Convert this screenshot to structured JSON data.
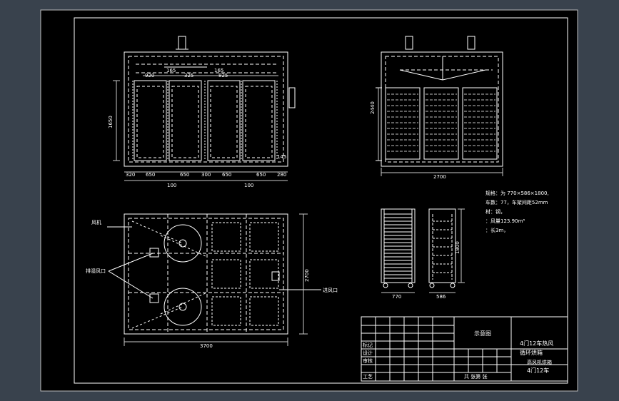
{
  "colors": {
    "background": "#39424d",
    "sheet": "#000000",
    "line": "#ffffff",
    "dim": "#c8c8c8",
    "gray": "#9a9a9a"
  },
  "front_view": {
    "top_dims": [
      "920",
      "165",
      "165",
      "325",
      "825"
    ],
    "height_dim": "1650",
    "bottom_dims": [
      "320",
      "650",
      "650",
      "300",
      "650",
      "650",
      "280"
    ],
    "sub_dims": [
      "100",
      "100"
    ],
    "right_dim": "145"
  },
  "side_view": {
    "height_dim": "2440",
    "width_dim": "2700"
  },
  "spec_notes": [
    "规格：为 770×586×1800,",
    "车数：77，车架间距52mm",
    "材：钢，",
    "：风量123.90m³",
    "：长3m，"
  ],
  "plan_view": {
    "label_fan": "风机",
    "label_vent": "排湿风口",
    "label_inlet": "进风口",
    "width_dim": "3700",
    "height_dim": "2700"
  },
  "cart_views": {
    "width_dim": "770",
    "depth_dim": "586",
    "height_dim": "1800"
  },
  "title_block": {
    "drawing_name": "示意图",
    "project_line1": "4门12车热风",
    "project_line2": "循环烘箱",
    "org_name": "高风机烘箱",
    "model": "4门12车",
    "row_labels": [
      "标记",
      "设计",
      "审核",
      "工艺"
    ],
    "scale_label": "共   张第   张"
  }
}
